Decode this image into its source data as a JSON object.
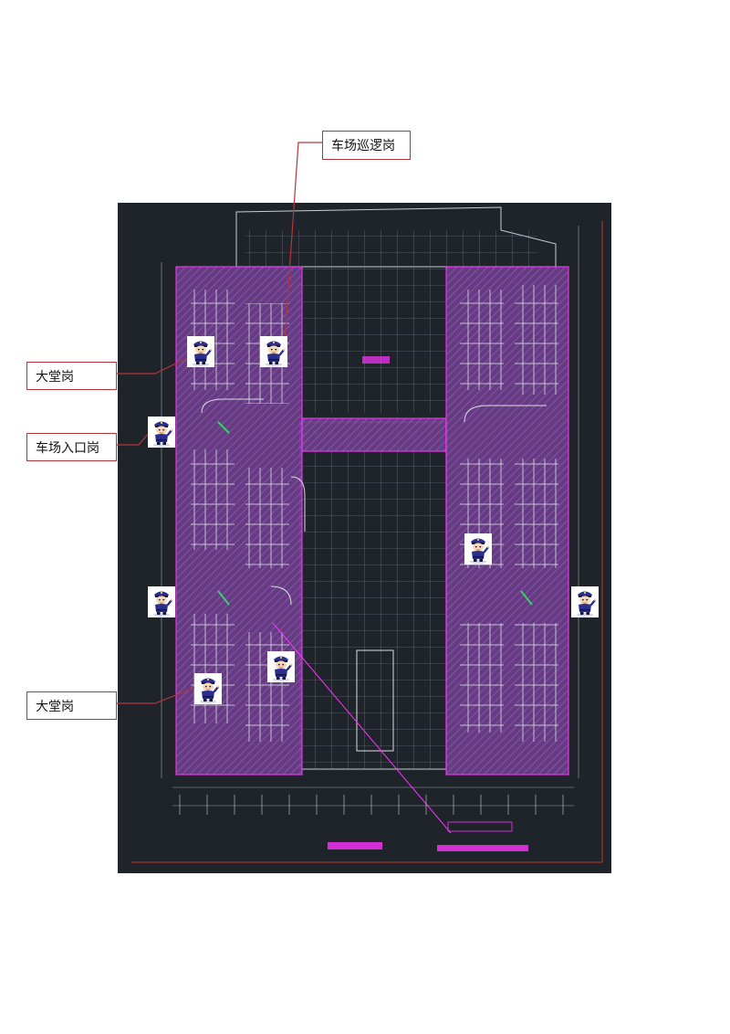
{
  "labels": {
    "patrol": "车场巡逻岗",
    "lobby_upper": "大堂岗",
    "entrance": "车场入口岗",
    "lobby_lower": "大堂岗"
  },
  "guards": [
    {
      "name": "guard-lobby-upper",
      "icon": "security-guard-icon"
    },
    {
      "name": "guard-patrol",
      "icon": "security-guard-icon"
    },
    {
      "name": "guard-entrance-left-upper",
      "icon": "security-guard-icon"
    },
    {
      "name": "guard-right-middle",
      "icon": "security-guard-icon"
    },
    {
      "name": "guard-entrance-left-lower",
      "icon": "security-guard-icon"
    },
    {
      "name": "guard-entrance-right",
      "icon": "security-guard-icon"
    },
    {
      "name": "guard-center-lower",
      "icon": "security-guard-icon"
    },
    {
      "name": "guard-lobby-lower",
      "icon": "security-guard-icon"
    }
  ],
  "colors": {
    "cad_background": "#1f242b",
    "zone_fill": "#6b3f8a",
    "zone_border": "#ff33ff",
    "label_border": "#b5343a",
    "leader_line": "#b5343a",
    "guard_uniform": "#2a2f8f"
  }
}
